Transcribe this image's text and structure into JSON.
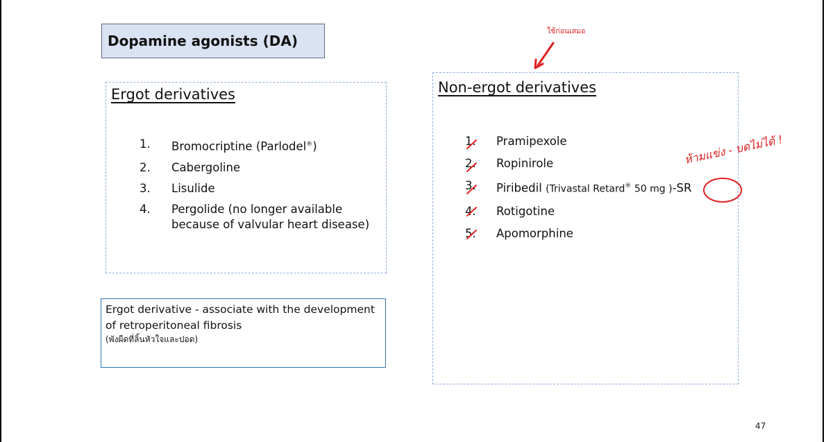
{
  "title": "Dopamine agonists (DA)",
  "ergot": {
    "heading": "Ergot derivatives",
    "items": [
      {
        "num": "1.",
        "text": "Bromocriptine (Parlodel",
        "sup": "®",
        "after": ")"
      },
      {
        "num": "2.",
        "text": "Cabergoline"
      },
      {
        "num": "3.",
        "text": "Lisulide"
      },
      {
        "num": "4.",
        "text": "Pergolide (no longer available because of valvular heart disease)"
      }
    ]
  },
  "nonergot": {
    "heading": "Non-ergot derivatives",
    "items": [
      {
        "num": "1.",
        "text": "Pramipexole"
      },
      {
        "num": "2.",
        "text": "Ropinirole"
      },
      {
        "num": "3.",
        "text": "Piribedil ",
        "small": "(Trivastal Retard",
        "sup": "®",
        "small2": " 50 mg )",
        "after": "-SR"
      },
      {
        "num": "4.",
        "text": "Rotigotine"
      },
      {
        "num": "5.",
        "text": "Apomorphine"
      }
    ]
  },
  "note": {
    "line1": "Ergot derivative -  associate with the development of retroperitoneal fibrosis",
    "thai": "(พังผืดที่ลิ้นหัวใจและปอด)"
  },
  "annotations": {
    "top": "ใช้ก่อนเสมอ",
    "right": "ห้ามแข่ง - บดไม่ได้ !",
    "color": "#e02020"
  },
  "page_number": "47"
}
